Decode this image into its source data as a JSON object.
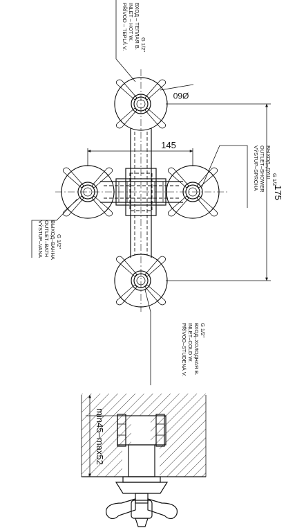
{
  "labels": {
    "hot_inlet": [
      "PŘÍVOD – TEPLÁ V.",
      "INLET – HOT W.",
      "ВХОД – ТЕПЛАЯ В.",
      "G 1/2\""
    ],
    "shower_outlet": [
      "VÝSTUP–SPRCHA",
      "OUTLET–SHOWER",
      "ВЫХОД–ДУШ",
      "G 1/2\""
    ],
    "bath_outlet": [
      "VÝSTUP–VANA",
      "OUTLET–BATH",
      "ВЫХОД–ВАННА",
      "G 1/2\""
    ],
    "cold_inlet": [
      "PŘÍVOD–STUDENÁ V.",
      "INLET–COLD W.",
      "ВХОД–ХОЛОДНАЯ В.",
      "G 1/2\""
    ]
  },
  "dimensions": {
    "diameter": "Ø60",
    "width": "145",
    "height": "175",
    "depth": "min45–max52"
  }
}
